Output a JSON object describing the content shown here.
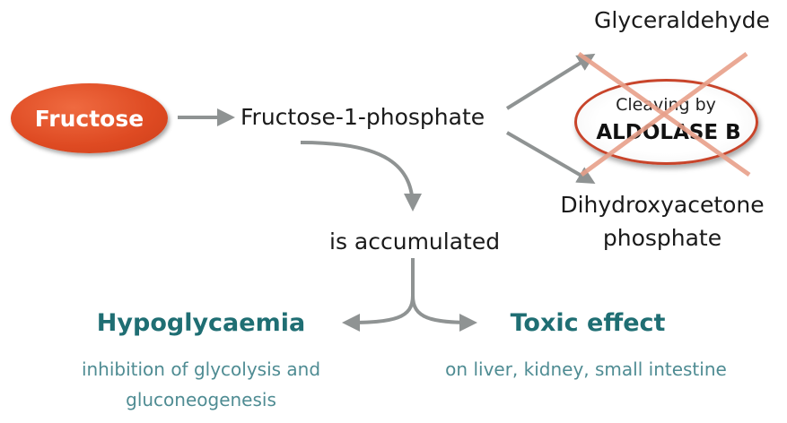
{
  "nodes": {
    "fructose": "Fructose",
    "fructose_1_phosphate": "Fructose-1-phosphate",
    "glyceraldehyde": "Glyceraldehyde",
    "dihydroxyacetone_line1": "Dihydroxyacetone",
    "dihydroxyacetone_line2": "phosphate",
    "accumulated": "is accumulated"
  },
  "enzyme": {
    "line1": "Cleaving by",
    "line2": "ALDOLASE B",
    "status": "blocked"
  },
  "outcomes": {
    "hypoglycaemia": {
      "title": "Hypoglycaemia",
      "line1": "inhibition of glycolysis and",
      "line2": "gluconeogenesis"
    },
    "toxic": {
      "title": "Toxic effect",
      "line1": "on liver, kidney, small intestine"
    }
  },
  "colors": {
    "fructose_fill": "#de4a22",
    "arrow": "#8f9393",
    "teal_title": "#1f6e73",
    "teal_text": "#4f8c93",
    "cross": "#e8a08a",
    "oval_border": "#c8442a"
  },
  "icons": [
    "arrow-right-icon",
    "cross-out-icon"
  ]
}
